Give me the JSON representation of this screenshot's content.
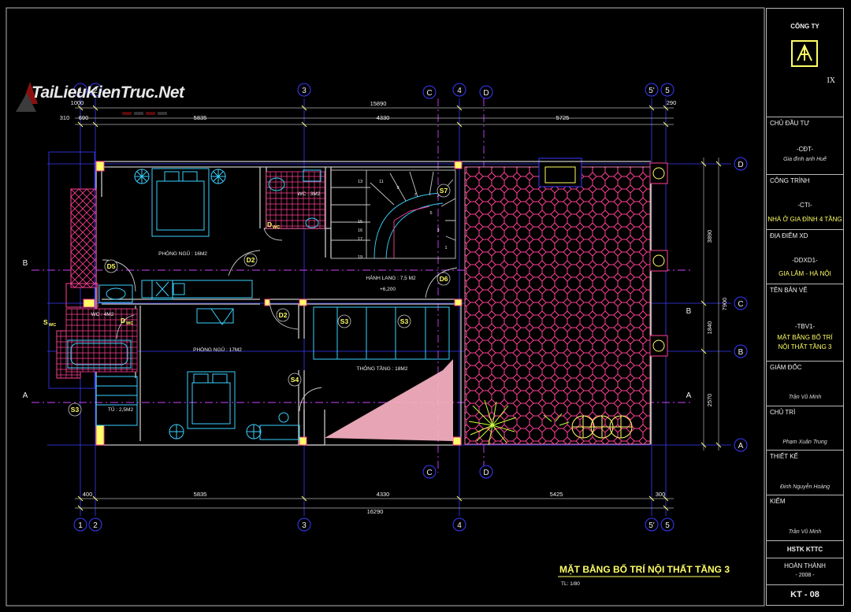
{
  "watermark": "TaiLieuKienTruc.Net",
  "drawing_title": "MẶT BẰNG BỐ TRÍ NỘI THẤT TẦNG 3",
  "scale": "TL: 1/80",
  "axes_top": [
    "1",
    "2",
    "3",
    "C",
    "4",
    "D",
    "5'",
    "5"
  ],
  "axes_bottom": [
    "1",
    "2",
    "3",
    "C",
    "4",
    "D",
    "5'",
    "5"
  ],
  "axes_right": [
    "D",
    "C",
    "B",
    "A"
  ],
  "axes_left": [
    "B",
    "A"
  ],
  "axes_inner": [
    "B",
    "A"
  ],
  "dims_top": {
    "total": "15890",
    "left_small": "1000",
    "a": "310",
    "b": "690",
    "s1": "5835",
    "s2": "4330",
    "s3": "5725",
    "right_small": "290"
  },
  "dims_bottom": {
    "a": "400",
    "s1": "5835",
    "s2": "4330",
    "s3": "5425",
    "b": "300",
    "total": "16290"
  },
  "dims_right": {
    "d1": "3890",
    "d2": "1840",
    "d3": "2570",
    "total": "7900"
  },
  "rooms": {
    "bed1": "PHÒNG NGỦ : 16M2",
    "wc1": "WC : 3M2",
    "corridor": "HÀNH LANG : 7,5 M2",
    "level": "+6,200",
    "bed2": "PHÒNG NGỦ : 17M2",
    "wc2": "WC : 4M2",
    "void": "THÔNG TẦNG : 18M2",
    "closet": "TỦ : 2,5M2"
  },
  "door_tags": [
    "D2",
    "D5",
    "D2",
    "D6",
    "S7",
    "S3",
    "S3",
    "S4",
    "S3"
  ],
  "wc_tags": [
    "D",
    "WC",
    "S",
    "WC",
    "D",
    "WC"
  ],
  "stairs": [
    "13",
    "11",
    "9",
    "7",
    "5",
    "3",
    "1",
    "15",
    "16",
    "17",
    "19"
  ],
  "title_block": {
    "company_label": "CÔNG TY",
    "company_code": "IX",
    "owner_label": "CHỦ ĐẦU TƯ",
    "owner_code": "-CĐT-",
    "owner_name": "Gia đình anh Huế",
    "project_label": "CÔNG TRÌNH",
    "project_code": "-CTI-",
    "project_name": "NHÀ Ở GIA ĐÌNH 4 TẦNG",
    "site_label": "ĐỊA ĐIỂM XD",
    "site_code": "-DDXD1-",
    "site_name": "GIA LÂM - HÀ NỘI",
    "sheet_label": "TÊN BẢN VẼ",
    "sheet_code": "-TBV1-",
    "sheet_name_1": "MẶT BẰNG BỐ TRÍ",
    "sheet_name_2": "NỘI THẤT TẦNG 3",
    "director_label": "GIÁM ĐỐC",
    "director_name": "Trần Vũ Minh",
    "lead_label": "CHỦ TRÌ",
    "lead_name": "Phạm Xuân Trung",
    "designer_label": "THIẾT KẾ",
    "designer_name": "Đinh Nguyễn Hoàng",
    "checker_label": "KIỂM",
    "checker_name": "Trần Vũ Minh",
    "std": "HSTK KTTC",
    "done_label": "HOÀN THÀNH",
    "done_year": "- 2008 -",
    "sheet_no": "KT - 08"
  },
  "colors": {
    "wall": "#c8c8c8",
    "grid": "#3a3aff",
    "dim": "#b0b0b0",
    "furniture": "#3ad0ff",
    "text_yellow": "#ffff66",
    "hatch": "#ff4fa0",
    "column": "#ffff66"
  }
}
